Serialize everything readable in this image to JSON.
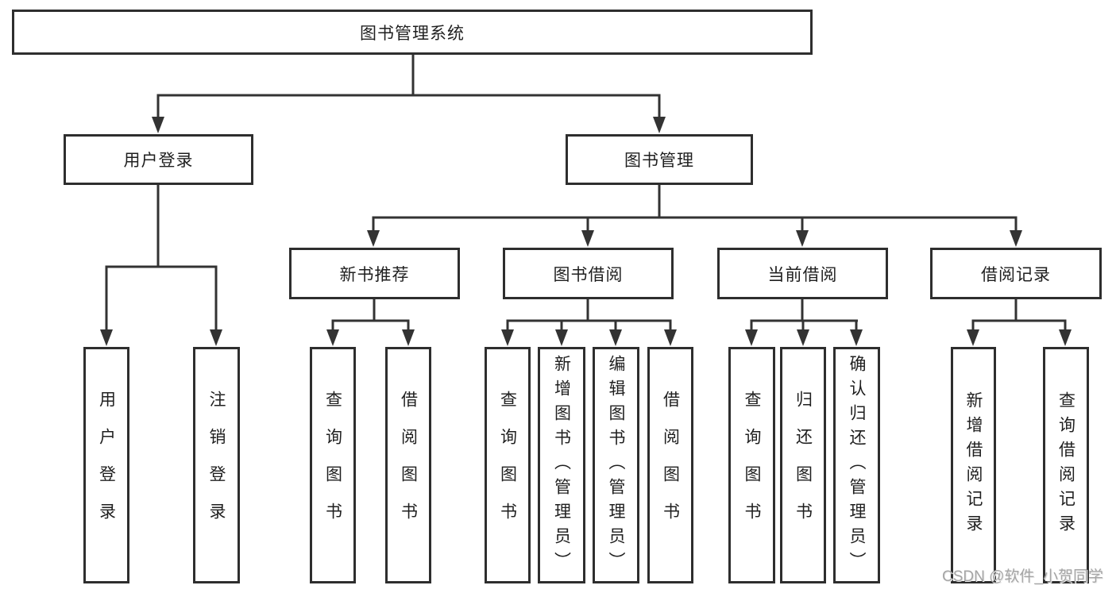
{
  "diagram": {
    "root": {
      "label": "图书管理系统"
    },
    "branches": [
      {
        "label": "用户登录",
        "children": [
          {
            "label": "用户登录"
          },
          {
            "label": "注销登录"
          }
        ]
      },
      {
        "label": "图书管理",
        "children": [
          {
            "label": "新书推荐",
            "children": [
              {
                "label": "查询图书"
              },
              {
                "label": "借阅图书"
              }
            ]
          },
          {
            "label": "图书借阅",
            "children": [
              {
                "label": "查询图书"
              },
              {
                "label": "新增图书（管理员）"
              },
              {
                "label": "编辑图书（管理员）"
              },
              {
                "label": "借阅图书"
              }
            ]
          },
          {
            "label": "当前借阅",
            "children": [
              {
                "label": "查询图书"
              },
              {
                "label": "归还图书"
              },
              {
                "label": "确认归还（管理员）"
              }
            ]
          },
          {
            "label": "借阅记录",
            "children": [
              {
                "label": "新增借阅记录"
              },
              {
                "label": "查询借阅记录"
              }
            ]
          }
        ]
      }
    ]
  },
  "watermark": {
    "text": "CSDN @软件_小贺同学"
  },
  "colors": {
    "line": "#333333",
    "box_border": "#2e2e2e",
    "text": "#1f1f1f",
    "background": "#ffffff",
    "watermark": "#a5a5a5"
  }
}
